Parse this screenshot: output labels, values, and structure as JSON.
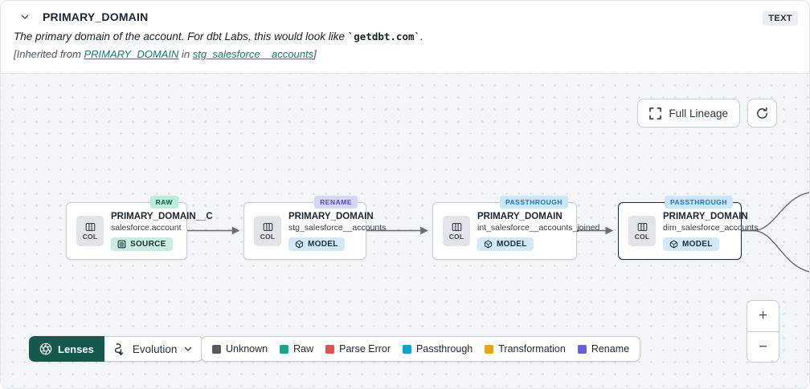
{
  "header": {
    "title": "PRIMARY_DOMAIN",
    "type_badge": "TEXT",
    "description_prefix": "The primary domain of the account. For dbt Labs, this would look like ",
    "description_code": "`getdbt.com`",
    "description_suffix": ".",
    "inherited": {
      "prefix": "[Inherited from ",
      "column_link": "PRIMARY_DOMAIN",
      "middle": " in ",
      "model_link": "stg_salesforce__accounts",
      "suffix": "]"
    }
  },
  "canvas": {
    "full_lineage_label": "Full Lineage",
    "nodes": [
      {
        "badge": "RAW",
        "badge_type": "raw",
        "title": "PRIMARY_DOMAIN__C",
        "subtitle": "salesforce.account",
        "kind": "SOURCE",
        "col_label": "COL",
        "selected": false
      },
      {
        "badge": "RENAME",
        "badge_type": "rename",
        "title": "PRIMARY_DOMAIN",
        "subtitle": "stg_salesforce__accounts",
        "kind": "MODEL",
        "col_label": "COL",
        "selected": false
      },
      {
        "badge": "PASSTHROUGH",
        "badge_type": "passthrough",
        "title": "PRIMARY_DOMAIN",
        "subtitle": "int_salesforce__accounts_joined",
        "kind": "MODEL",
        "col_label": "COL",
        "selected": false
      },
      {
        "badge": "PASSTHROUGH",
        "badge_type": "passthrough",
        "title": "PRIMARY_DOMAIN",
        "subtitle": "dim_salesforce_accounts",
        "kind": "MODEL",
        "col_label": "COL",
        "selected": true
      }
    ]
  },
  "toolbar": {
    "lenses_label": "Lenses",
    "evolution_label": "Evolution"
  },
  "legend": {
    "items": [
      {
        "label": "Unknown",
        "color": "#565b62"
      },
      {
        "label": "Raw",
        "color": "#18a48f"
      },
      {
        "label": "Parse Error",
        "color": "#e05252"
      },
      {
        "label": "Passthrough",
        "color": "#0fa3cf"
      },
      {
        "label": "Transformation",
        "color": "#f2a40e"
      },
      {
        "label": "Rename",
        "color": "#6761e0"
      }
    ]
  },
  "zoom_controls": {
    "zoom_in": "+",
    "zoom_out": "−"
  },
  "colors": {
    "link_teal": "#0f7d70",
    "lenses_green": "#14584e",
    "canvas_bg": "#f4f5f7",
    "edge": "#646c75",
    "badge_raw_bg": "#b9ecd9",
    "badge_rename_bg": "#d8d6f8",
    "badge_passthrough_bg": "#cde5f9",
    "source_badge_bg": "#c9eddf",
    "model_badge_bg": "#d4e9f7"
  }
}
